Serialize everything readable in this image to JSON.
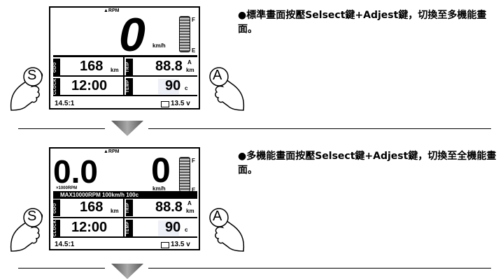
{
  "panel1": {
    "rpm_label": "▲RPM",
    "speed_value": "0",
    "speed_unit": "km/h",
    "fuel_full": "F",
    "fuel_empty": "E",
    "odo_label": "ODO",
    "odo_value": "168",
    "odo_unit": "km",
    "trip_label": "TRIP",
    "trip_value": "88.8",
    "trip_suffix": "A",
    "trip_unit": "km",
    "clock_label": "CLOCK",
    "clock_value": "12:00",
    "temp_label": "TEMP",
    "temp_value": "90",
    "temp_unit": "c",
    "ratio_value": "14.5:1",
    "battery_value": "13.5 v",
    "note": "●標準畫面按壓Selsect鍵+Adjest鍵，切換至多機能畫面。"
  },
  "panel2": {
    "rpm_label": "▲RPM",
    "rpm_value": "0.0",
    "rpm_unit": "×1000RPM",
    "speed_value": "0",
    "speed_unit": "km/h",
    "fuel_full": "F",
    "fuel_empty": "E",
    "max_bar": "MAX10000RPM 100km/h    100c",
    "odo_label": "ODO",
    "odo_value": "168",
    "odo_unit": "km",
    "trip_label": "TRIP",
    "trip_value": "88.8",
    "trip_suffix": "A",
    "trip_unit": "km",
    "clock_label": "CLOCK",
    "clock_value": "12:00",
    "temp_label": "TEMP",
    "temp_value": "90",
    "temp_unit": "c",
    "ratio_value": "14.5:1",
    "battery_value": "13.5 v",
    "note": "●多機能畫面按壓Selsect鍵+Adjest鍵，切換至全機能畫面。"
  },
  "buttons": {
    "select": "S",
    "adjust": "A"
  }
}
